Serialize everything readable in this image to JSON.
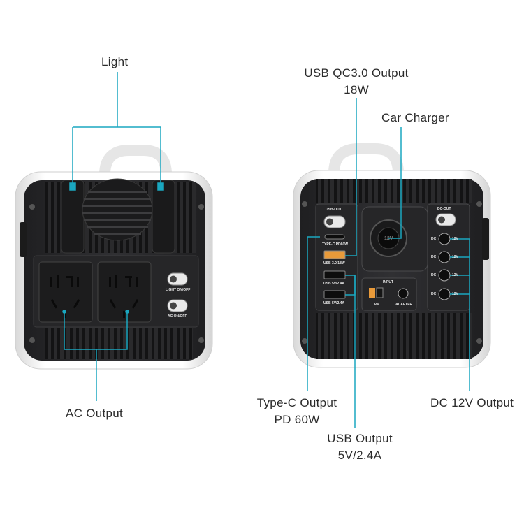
{
  "callouts": {
    "light": "Light",
    "ac_output": "AC Output",
    "usb_qc_output_line1": "USB QC3.0 Output",
    "usb_qc_output_line2": "18W",
    "car_charger": "Car Charger",
    "type_c_output_line1": "Type-C Output",
    "type_c_output_line2": "PD 60W",
    "usb_output_line1": "USB Output",
    "usb_output_line2": "5V/2.4A",
    "dc_output": "DC 12V Output"
  },
  "front_panel": {
    "light_switch_label": "LIGHT ON/OFF",
    "ac_switch_label": "AC ON/OFF"
  },
  "back_panel": {
    "usb_out_label": "USB-OUT",
    "type_c_label": "TYPE-C PD60W",
    "usb_qc_label": "USB 3.0/18W",
    "usb1_label": "USB 5V/2.4A",
    "usb2_label": "USB 5V/2.4A",
    "dc_out_label": "DC-OUT",
    "dc_port_labels": [
      "DC",
      "DC",
      "DC",
      "DC"
    ],
    "dc_port_voltage": [
      "12V",
      "12V",
      "12V",
      "12V"
    ],
    "input_label": "INPUT",
    "pv_label": "PV",
    "adapter_label": "ADAPTER",
    "car_socket_label": "12V"
  },
  "colors": {
    "callout_line": "#1aa7c0",
    "body": "#2c2c2e",
    "frame": "#f2f2f2",
    "accent_orange": "#e89a3a"
  }
}
